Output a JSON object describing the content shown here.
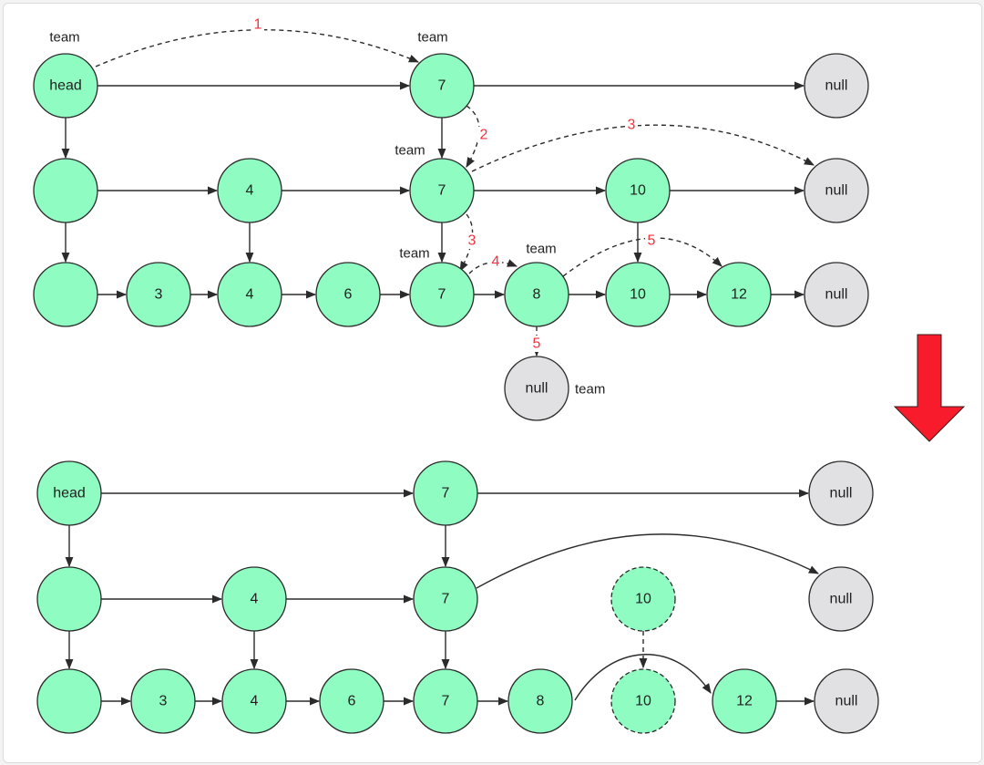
{
  "colors": {
    "node_fill": "#8ffcc2",
    "null_fill": "#e1e1e3",
    "stroke": "#2b2b2b",
    "step": "#f0323c",
    "arrow_fill": "#f71b2c"
  },
  "pointer_label": "team",
  "top_diagram": {
    "nodes": [
      {
        "id": "t-head",
        "label": "head",
        "kind": "node",
        "row": 0,
        "col": 0
      },
      {
        "id": "t-l2-7",
        "label": "7",
        "kind": "node",
        "row": 0,
        "col": 4
      },
      {
        "id": "t-l2-null",
        "label": "null",
        "kind": "null",
        "row": 0,
        "col": 8
      },
      {
        "id": "t-l1-h",
        "label": "",
        "kind": "node",
        "row": 1,
        "col": 0
      },
      {
        "id": "t-l1-4",
        "label": "4",
        "kind": "node",
        "row": 1,
        "col": 2
      },
      {
        "id": "t-l1-7",
        "label": "7",
        "kind": "node",
        "row": 1,
        "col": 4
      },
      {
        "id": "t-l1-10",
        "label": "10",
        "kind": "node",
        "row": 1,
        "col": 6
      },
      {
        "id": "t-l1-null",
        "label": "null",
        "kind": "null",
        "row": 1,
        "col": 8
      },
      {
        "id": "t-l0-h",
        "label": "",
        "kind": "node",
        "row": 2,
        "col": 0
      },
      {
        "id": "t-l0-3",
        "label": "3",
        "kind": "node",
        "row": 2,
        "col": 1
      },
      {
        "id": "t-l0-4",
        "label": "4",
        "kind": "node",
        "row": 2,
        "col": 2
      },
      {
        "id": "t-l0-6",
        "label": "6",
        "kind": "node",
        "row": 2,
        "col": 3
      },
      {
        "id": "t-l0-7",
        "label": "7",
        "kind": "node",
        "row": 2,
        "col": 4
      },
      {
        "id": "t-l0-8",
        "label": "8",
        "kind": "node",
        "row": 2,
        "col": 5
      },
      {
        "id": "t-l0-10",
        "label": "10",
        "kind": "node",
        "row": 2,
        "col": 6
      },
      {
        "id": "t-l0-12",
        "label": "12",
        "kind": "node",
        "row": 2,
        "col": 7
      },
      {
        "id": "t-l0-null",
        "label": "null",
        "kind": "null",
        "row": 2,
        "col": 8
      },
      {
        "id": "t-down-null",
        "label": "null",
        "kind": "null",
        "row": 3,
        "col": 5
      }
    ],
    "edges": [
      [
        "t-head",
        "t-l2-7"
      ],
      [
        "t-l2-7",
        "t-l2-null"
      ],
      [
        "t-l1-h",
        "t-l1-4"
      ],
      [
        "t-l1-4",
        "t-l1-7"
      ],
      [
        "t-l1-7",
        "t-l1-10"
      ],
      [
        "t-l1-10",
        "t-l1-null"
      ],
      [
        "t-l0-h",
        "t-l0-3"
      ],
      [
        "t-l0-3",
        "t-l0-4"
      ],
      [
        "t-l0-4",
        "t-l0-6"
      ],
      [
        "t-l0-6",
        "t-l0-7"
      ],
      [
        "t-l0-7",
        "t-l0-8"
      ],
      [
        "t-l0-8",
        "t-l0-10"
      ],
      [
        "t-l0-10",
        "t-l0-12"
      ],
      [
        "t-l0-12",
        "t-l0-null"
      ],
      [
        "t-head",
        "t-l1-h"
      ],
      [
        "t-l1-h",
        "t-l0-h"
      ],
      [
        "t-l1-4",
        "t-l0-4"
      ],
      [
        "t-l2-7",
        "t-l1-7"
      ],
      [
        "t-l1-7",
        "t-l0-7"
      ],
      [
        "t-l1-10",
        "t-l0-10"
      ]
    ],
    "team_labels": [
      "t-head",
      "t-l2-7",
      "t-l1-7",
      "t-l0-7",
      "t-l0-8",
      "t-down-null"
    ],
    "steps": [
      {
        "step": "1",
        "from": "t-head",
        "to": "t-l2-7"
      },
      {
        "step": "2",
        "from": "t-l2-7",
        "to": "t-l1-7"
      },
      {
        "step": "3",
        "from": "t-l1-7",
        "to": "t-l1-null"
      },
      {
        "step": "3",
        "from": "t-l1-7",
        "to": "t-l0-7"
      },
      {
        "step": "4",
        "from": "t-l0-7",
        "to": "t-l0-8"
      },
      {
        "step": "5",
        "from": "t-l0-8",
        "to": "t-l0-12"
      },
      {
        "step": "5",
        "from": "t-l0-8",
        "to": "t-down-null"
      }
    ]
  },
  "transition_arrow": "down-arrow",
  "bottom_diagram": {
    "nodes": [
      {
        "id": "b-head",
        "label": "head",
        "kind": "node"
      },
      {
        "id": "b-l2-7",
        "label": "7",
        "kind": "node"
      },
      {
        "id": "b-l2-null",
        "label": "null",
        "kind": "null"
      },
      {
        "id": "b-l1-h",
        "label": "",
        "kind": "node"
      },
      {
        "id": "b-l1-4",
        "label": "4",
        "kind": "node"
      },
      {
        "id": "b-l1-7",
        "label": "7",
        "kind": "node"
      },
      {
        "id": "b-l1-10",
        "label": "10",
        "kind": "removed"
      },
      {
        "id": "b-l1-null",
        "label": "null",
        "kind": "null"
      },
      {
        "id": "b-l0-h",
        "label": "",
        "kind": "node"
      },
      {
        "id": "b-l0-3",
        "label": "3",
        "kind": "node"
      },
      {
        "id": "b-l0-4",
        "label": "4",
        "kind": "node"
      },
      {
        "id": "b-l0-6",
        "label": "6",
        "kind": "node"
      },
      {
        "id": "b-l0-7",
        "label": "7",
        "kind": "node"
      },
      {
        "id": "b-l0-8",
        "label": "8",
        "kind": "node"
      },
      {
        "id": "b-l0-10",
        "label": "10",
        "kind": "removed"
      },
      {
        "id": "b-l0-12",
        "label": "12",
        "kind": "node"
      },
      {
        "id": "b-l0-null",
        "label": "null",
        "kind": "null"
      }
    ]
  }
}
